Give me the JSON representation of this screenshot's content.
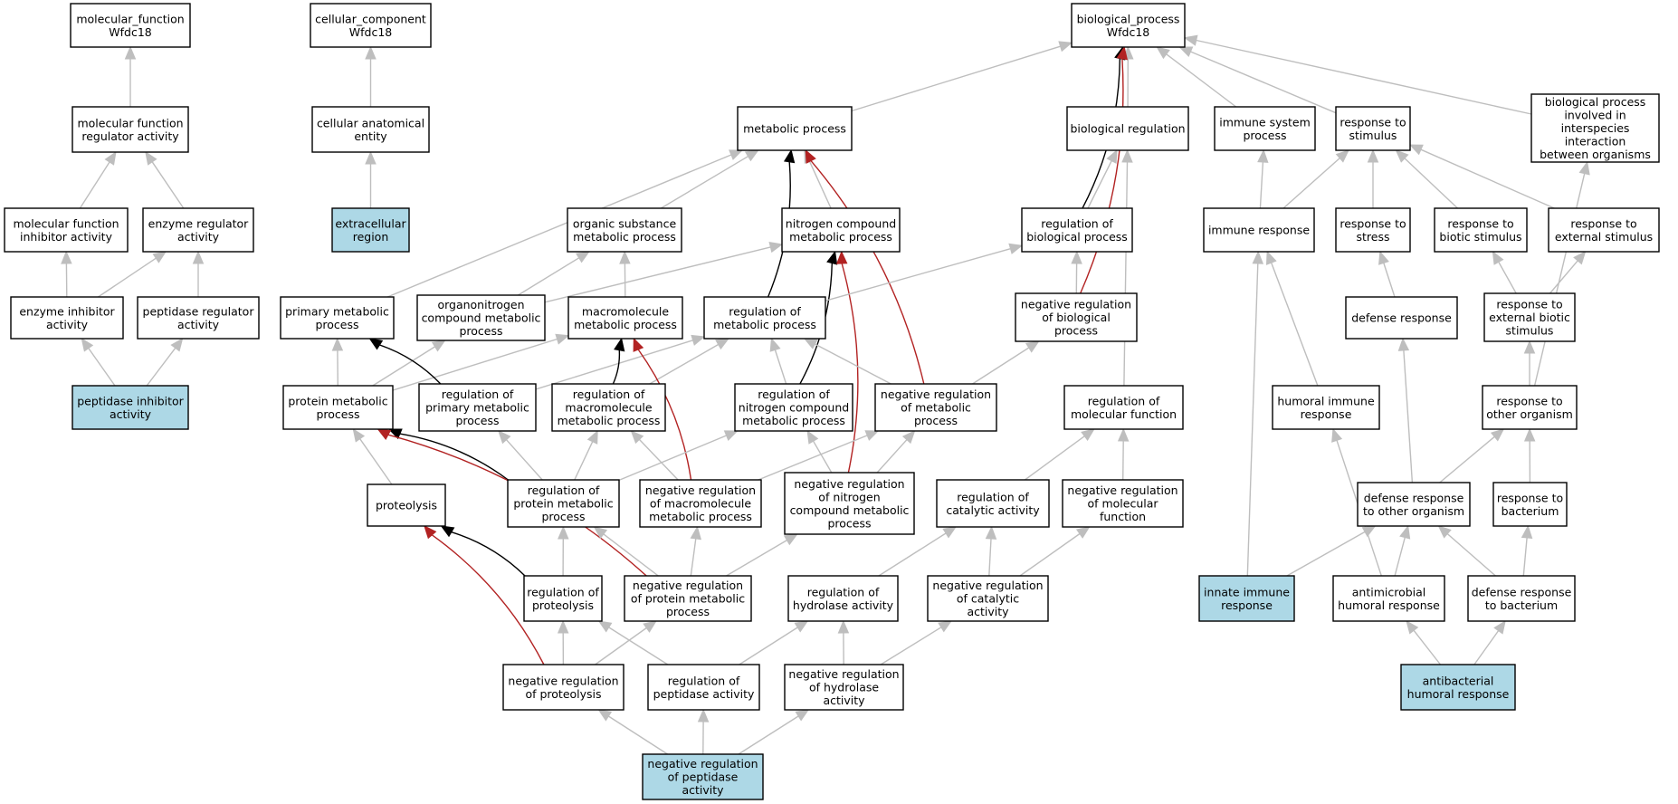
{
  "colors": {
    "node_fill": "#ffffff",
    "highlight_fill": "#add8e6",
    "edge_default": "#bebebe",
    "edge_black": "#000000",
    "edge_red": "#b22222"
  },
  "nodes": {
    "mf_root": {
      "lines": [
        "molecular_function",
        "Wfdc18"
      ]
    },
    "mf_reg": {
      "lines": [
        "molecular function",
        "regulator activity"
      ]
    },
    "mf_inhib": {
      "lines": [
        "molecular function",
        "inhibitor activity"
      ]
    },
    "enz_reg": {
      "lines": [
        "enzyme regulator",
        "activity"
      ]
    },
    "enz_inhib": {
      "lines": [
        "enzyme inhibitor",
        "activity"
      ]
    },
    "pept_reg": {
      "lines": [
        "peptidase regulator",
        "activity"
      ]
    },
    "pept_inhib": {
      "lines": [
        "peptidase inhibitor",
        "activity"
      ],
      "highlight": true
    },
    "cc_root": {
      "lines": [
        "cellular_component",
        "Wfdc18"
      ]
    },
    "cc_entity": {
      "lines": [
        "cellular anatomical",
        "entity"
      ]
    },
    "extracell": {
      "lines": [
        "extracellular",
        "region"
      ],
      "highlight": true
    },
    "bp_root": {
      "lines": [
        "biological_process",
        "Wfdc18"
      ]
    },
    "metab": {
      "lines": [
        "metabolic process"
      ]
    },
    "bioreg": {
      "lines": [
        "biological regulation"
      ]
    },
    "immsys": {
      "lines": [
        "immune system",
        "process"
      ]
    },
    "resp_stim": {
      "lines": [
        "response to",
        "stimulus"
      ]
    },
    "interspecies": {
      "lines": [
        "biological process",
        "involved in",
        "interspecies",
        "interaction",
        "between organisms"
      ]
    },
    "org_sub": {
      "lines": [
        "organic substance",
        "metabolic process"
      ]
    },
    "nitro": {
      "lines": [
        "nitrogen compound",
        "metabolic process"
      ]
    },
    "reg_bio": {
      "lines": [
        "regulation of",
        "biological process"
      ]
    },
    "imm_resp": {
      "lines": [
        "immune response"
      ]
    },
    "resp_stress": {
      "lines": [
        "response to",
        "stress"
      ]
    },
    "resp_biotic": {
      "lines": [
        "response to",
        "biotic stimulus"
      ]
    },
    "resp_ext": {
      "lines": [
        "response to",
        "external stimulus"
      ]
    },
    "prim_metab": {
      "lines": [
        "primary metabolic",
        "process"
      ]
    },
    "organonitro": {
      "lines": [
        "organonitrogen",
        "compound metabolic",
        "process"
      ]
    },
    "macro_metab": {
      "lines": [
        "macromolecule",
        "metabolic process"
      ]
    },
    "reg_metab": {
      "lines": [
        "regulation of",
        "metabolic process"
      ]
    },
    "neg_reg_bio": {
      "lines": [
        "negative regulation",
        "of biological",
        "process"
      ]
    },
    "def_resp": {
      "lines": [
        "defense response"
      ]
    },
    "resp_ext_biotic": {
      "lines": [
        "response to",
        "external biotic",
        "stimulus"
      ]
    },
    "prot_metab": {
      "lines": [
        "protein metabolic",
        "process"
      ]
    },
    "reg_prim": {
      "lines": [
        "regulation of",
        "primary metabolic",
        "process"
      ]
    },
    "reg_macro": {
      "lines": [
        "regulation of",
        "macromolecule",
        "metabolic process"
      ]
    },
    "reg_nitro": {
      "lines": [
        "regulation of",
        "nitrogen compound",
        "metabolic process"
      ]
    },
    "neg_reg_metab": {
      "lines": [
        "negative regulation",
        "of metabolic",
        "process"
      ]
    },
    "reg_molfunc": {
      "lines": [
        "regulation of",
        "molecular function"
      ]
    },
    "humoral": {
      "lines": [
        "humoral immune",
        "response"
      ]
    },
    "resp_other": {
      "lines": [
        "response to",
        "other organism"
      ]
    },
    "proteolysis": {
      "lines": [
        "proteolysis"
      ]
    },
    "reg_prot_metab": {
      "lines": [
        "regulation of",
        "protein metabolic",
        "process"
      ]
    },
    "neg_reg_macro": {
      "lines": [
        "negative regulation",
        "of macromolecule",
        "metabolic process"
      ]
    },
    "neg_reg_nitro": {
      "lines": [
        "negative regulation",
        "of nitrogen",
        "compound metabolic",
        "process"
      ]
    },
    "reg_cat": {
      "lines": [
        "regulation of",
        "catalytic activity"
      ]
    },
    "neg_reg_molfunc": {
      "lines": [
        "negative regulation",
        "of molecular",
        "function"
      ]
    },
    "def_other": {
      "lines": [
        "defense response",
        "to other organism"
      ]
    },
    "resp_bact": {
      "lines": [
        "response to",
        "bacterium"
      ]
    },
    "reg_proteolysis": {
      "lines": [
        "regulation of",
        "proteolysis"
      ]
    },
    "neg_reg_prot_metab": {
      "lines": [
        "negative regulation",
        "of protein metabolic",
        "process"
      ]
    },
    "reg_hydro": {
      "lines": [
        "regulation of",
        "hydrolase activity"
      ]
    },
    "neg_reg_cat": {
      "lines": [
        "negative regulation",
        "of catalytic",
        "activity"
      ]
    },
    "innate": {
      "lines": [
        "innate immune",
        "response"
      ],
      "highlight": true
    },
    "antimicro": {
      "lines": [
        "antimicrobial",
        "humoral response"
      ]
    },
    "def_bact": {
      "lines": [
        "defense response",
        "to bacterium"
      ]
    },
    "neg_reg_proteolysis": {
      "lines": [
        "negative regulation",
        "of proteolysis"
      ]
    },
    "reg_pept": {
      "lines": [
        "regulation of",
        "peptidase activity"
      ]
    },
    "neg_reg_hydro": {
      "lines": [
        "negative regulation",
        "of hydrolase",
        "activity"
      ]
    },
    "antibact": {
      "lines": [
        "antibacterial",
        "humoral response"
      ],
      "highlight": true
    },
    "neg_reg_pept": {
      "lines": [
        "negative regulation",
        "of peptidase",
        "activity"
      ],
      "highlight": true
    }
  },
  "edges": [
    {
      "from": "mf_reg",
      "to": "mf_root",
      "type": "default"
    },
    {
      "from": "mf_inhib",
      "to": "mf_reg",
      "type": "default"
    },
    {
      "from": "enz_reg",
      "to": "mf_reg",
      "type": "default"
    },
    {
      "from": "enz_inhib",
      "to": "mf_inhib",
      "type": "default"
    },
    {
      "from": "enz_inhib",
      "to": "enz_reg",
      "type": "default"
    },
    {
      "from": "pept_reg",
      "to": "enz_reg",
      "type": "default"
    },
    {
      "from": "pept_inhib",
      "to": "enz_inhib",
      "type": "default"
    },
    {
      "from": "pept_inhib",
      "to": "pept_reg",
      "type": "default"
    },
    {
      "from": "cc_entity",
      "to": "cc_root",
      "type": "default"
    },
    {
      "from": "extracell",
      "to": "cc_entity",
      "type": "default"
    },
    {
      "from": "metab",
      "to": "bp_root",
      "type": "default"
    },
    {
      "from": "bioreg",
      "to": "bp_root",
      "type": "default"
    },
    {
      "from": "immsys",
      "to": "bp_root",
      "type": "default"
    },
    {
      "from": "resp_stim",
      "to": "bp_root",
      "type": "default"
    },
    {
      "from": "interspecies",
      "to": "bp_root",
      "type": "default"
    },
    {
      "from": "reg_bio",
      "to": "bp_root",
      "type": "black"
    },
    {
      "from": "neg_reg_bio",
      "to": "bp_root",
      "type": "red"
    },
    {
      "from": "org_sub",
      "to": "metab",
      "type": "default"
    },
    {
      "from": "nitro",
      "to": "metab",
      "type": "default"
    },
    {
      "from": "prim_metab",
      "to": "metab",
      "type": "default"
    },
    {
      "from": "reg_metab",
      "to": "metab",
      "type": "black"
    },
    {
      "from": "neg_reg_metab",
      "to": "metab",
      "type": "red"
    },
    {
      "from": "reg_bio",
      "to": "bioreg",
      "type": "default"
    },
    {
      "from": "reg_molfunc",
      "to": "bioreg",
      "type": "default"
    },
    {
      "from": "imm_resp",
      "to": "immsys",
      "type": "default"
    },
    {
      "from": "imm_resp",
      "to": "resp_stim",
      "type": "default"
    },
    {
      "from": "resp_stress",
      "to": "resp_stim",
      "type": "default"
    },
    {
      "from": "resp_biotic",
      "to": "resp_stim",
      "type": "default"
    },
    {
      "from": "resp_ext",
      "to": "resp_stim",
      "type": "default"
    },
    {
      "from": "organonitro",
      "to": "org_sub",
      "type": "default"
    },
    {
      "from": "organonitro",
      "to": "nitro",
      "type": "default"
    },
    {
      "from": "macro_metab",
      "to": "org_sub",
      "type": "default"
    },
    {
      "from": "reg_nitro",
      "to": "nitro",
      "type": "black"
    },
    {
      "from": "neg_reg_nitro",
      "to": "nitro",
      "type": "red"
    },
    {
      "from": "reg_metab",
      "to": "reg_bio",
      "type": "default"
    },
    {
      "from": "neg_reg_bio",
      "to": "reg_bio",
      "type": "default"
    },
    {
      "from": "def_resp",
      "to": "resp_stress",
      "type": "default"
    },
    {
      "from": "resp_ext_biotic",
      "to": "resp_biotic",
      "type": "default"
    },
    {
      "from": "resp_ext_biotic",
      "to": "resp_ext",
      "type": "default"
    },
    {
      "from": "prot_metab",
      "to": "prim_metab",
      "type": "default"
    },
    {
      "from": "prot_metab",
      "to": "organonitro",
      "type": "default"
    },
    {
      "from": "prot_metab",
      "to": "macro_metab",
      "type": "default"
    },
    {
      "from": "reg_prim",
      "to": "prim_metab",
      "type": "black"
    },
    {
      "from": "reg_prim",
      "to": "reg_metab",
      "type": "default"
    },
    {
      "from": "reg_macro",
      "to": "macro_metab",
      "type": "black"
    },
    {
      "from": "reg_macro",
      "to": "reg_metab",
      "type": "default"
    },
    {
      "from": "reg_nitro",
      "to": "reg_metab",
      "type": "default"
    },
    {
      "from": "neg_reg_metab",
      "to": "reg_metab",
      "type": "default"
    },
    {
      "from": "neg_reg_metab",
      "to": "neg_reg_bio",
      "type": "default"
    },
    {
      "from": "neg_reg_macro",
      "to": "macro_metab",
      "type": "red"
    },
    {
      "from": "humoral",
      "to": "imm_resp",
      "type": "default"
    },
    {
      "from": "def_other",
      "to": "def_resp",
      "type": "default"
    },
    {
      "from": "def_other",
      "to": "resp_other",
      "type": "default"
    },
    {
      "from": "resp_other",
      "to": "interspecies",
      "type": "default"
    },
    {
      "from": "resp_other",
      "to": "resp_ext_biotic",
      "type": "default"
    },
    {
      "from": "resp_bact",
      "to": "resp_other",
      "type": "default"
    },
    {
      "from": "proteolysis",
      "to": "prot_metab",
      "type": "default"
    },
    {
      "from": "reg_prot_metab",
      "to": "prot_metab",
      "type": "black"
    },
    {
      "from": "reg_prot_metab",
      "to": "reg_prim",
      "type": "default"
    },
    {
      "from": "reg_prot_metab",
      "to": "reg_macro",
      "type": "default"
    },
    {
      "from": "reg_prot_metab",
      "to": "reg_nitro",
      "type": "default"
    },
    {
      "from": "neg_reg_macro",
      "to": "reg_macro",
      "type": "default"
    },
    {
      "from": "neg_reg_macro",
      "to": "neg_reg_metab",
      "type": "default"
    },
    {
      "from": "neg_reg_nitro",
      "to": "reg_nitro",
      "type": "default"
    },
    {
      "from": "neg_reg_nitro",
      "to": "neg_reg_metab",
      "type": "default"
    },
    {
      "from": "reg_cat",
      "to": "reg_molfunc",
      "type": "default"
    },
    {
      "from": "neg_reg_molfunc",
      "to": "reg_molfunc",
      "type": "default"
    },
    {
      "from": "reg_proteolysis",
      "to": "proteolysis",
      "type": "black"
    },
    {
      "from": "reg_proteolysis",
      "to": "reg_prot_metab",
      "type": "default"
    },
    {
      "from": "neg_reg_prot_metab",
      "to": "prot_metab",
      "type": "red"
    },
    {
      "from": "neg_reg_prot_metab",
      "to": "reg_prot_metab",
      "type": "default"
    },
    {
      "from": "neg_reg_prot_metab",
      "to": "neg_reg_macro",
      "type": "default"
    },
    {
      "from": "neg_reg_prot_metab",
      "to": "neg_reg_nitro",
      "type": "default"
    },
    {
      "from": "reg_hydro",
      "to": "reg_cat",
      "type": "default"
    },
    {
      "from": "neg_reg_cat",
      "to": "reg_cat",
      "type": "default"
    },
    {
      "from": "neg_reg_cat",
      "to": "neg_reg_molfunc",
      "type": "default"
    },
    {
      "from": "innate",
      "to": "imm_resp",
      "type": "default"
    },
    {
      "from": "innate",
      "to": "def_other",
      "type": "default"
    },
    {
      "from": "antimicro",
      "to": "humoral",
      "type": "default"
    },
    {
      "from": "antimicro",
      "to": "def_other",
      "type": "default"
    },
    {
      "from": "def_bact",
      "to": "def_other",
      "type": "default"
    },
    {
      "from": "def_bact",
      "to": "resp_bact",
      "type": "default"
    },
    {
      "from": "neg_reg_proteolysis",
      "to": "proteolysis",
      "type": "red"
    },
    {
      "from": "neg_reg_proteolysis",
      "to": "reg_proteolysis",
      "type": "default"
    },
    {
      "from": "neg_reg_proteolysis",
      "to": "neg_reg_prot_metab",
      "type": "default"
    },
    {
      "from": "reg_pept",
      "to": "reg_proteolysis",
      "type": "default"
    },
    {
      "from": "reg_pept",
      "to": "reg_hydro",
      "type": "default"
    },
    {
      "from": "neg_reg_hydro",
      "to": "reg_hydro",
      "type": "default"
    },
    {
      "from": "neg_reg_hydro",
      "to": "neg_reg_cat",
      "type": "default"
    },
    {
      "from": "antibact",
      "to": "antimicro",
      "type": "default"
    },
    {
      "from": "antibact",
      "to": "def_bact",
      "type": "default"
    },
    {
      "from": "neg_reg_pept",
      "to": "neg_reg_proteolysis",
      "type": "default"
    },
    {
      "from": "neg_reg_pept",
      "to": "reg_pept",
      "type": "default"
    },
    {
      "from": "neg_reg_pept",
      "to": "neg_reg_hydro",
      "type": "default"
    }
  ]
}
